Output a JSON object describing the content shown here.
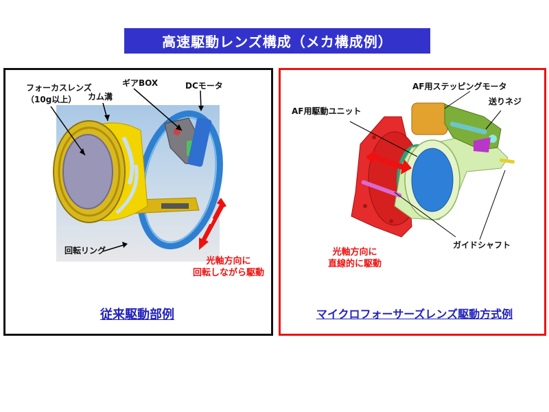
{
  "title": "高速駆動レンズ構成（メカ構成例）",
  "colors": {
    "title_bar": "#3333cc",
    "left_border": "#111111",
    "right_border": "#ee1111",
    "caption_link": "#2222bb",
    "annotation_red": "#ee1111"
  },
  "left_panel": {
    "caption": "従来駆動部例",
    "labels": {
      "focus_lens_line1": "フォーカスレンズ",
      "focus_lens_line2": "（10g以上）",
      "cam_groove": "カム溝",
      "gear_box": "ギアBOX",
      "dc_motor": "DCモータ",
      "rotation_ring": "回転リング"
    },
    "motion_note": {
      "line1": "光軸方向に",
      "line2": "回転しながら駆動"
    }
  },
  "right_panel": {
    "caption": "マイクロフォーサーズレンズ駆動方式例",
    "labels": {
      "af_stepping_motor": "AF用ステッピングモータ",
      "lead_screw": "送りネジ",
      "af_drive_unit": "AF用駆動ユニット",
      "guide_shaft": "ガイドシャフト"
    },
    "motion_note": {
      "line1": "光軸方向に",
      "line2": "直線的に駆動"
    }
  }
}
